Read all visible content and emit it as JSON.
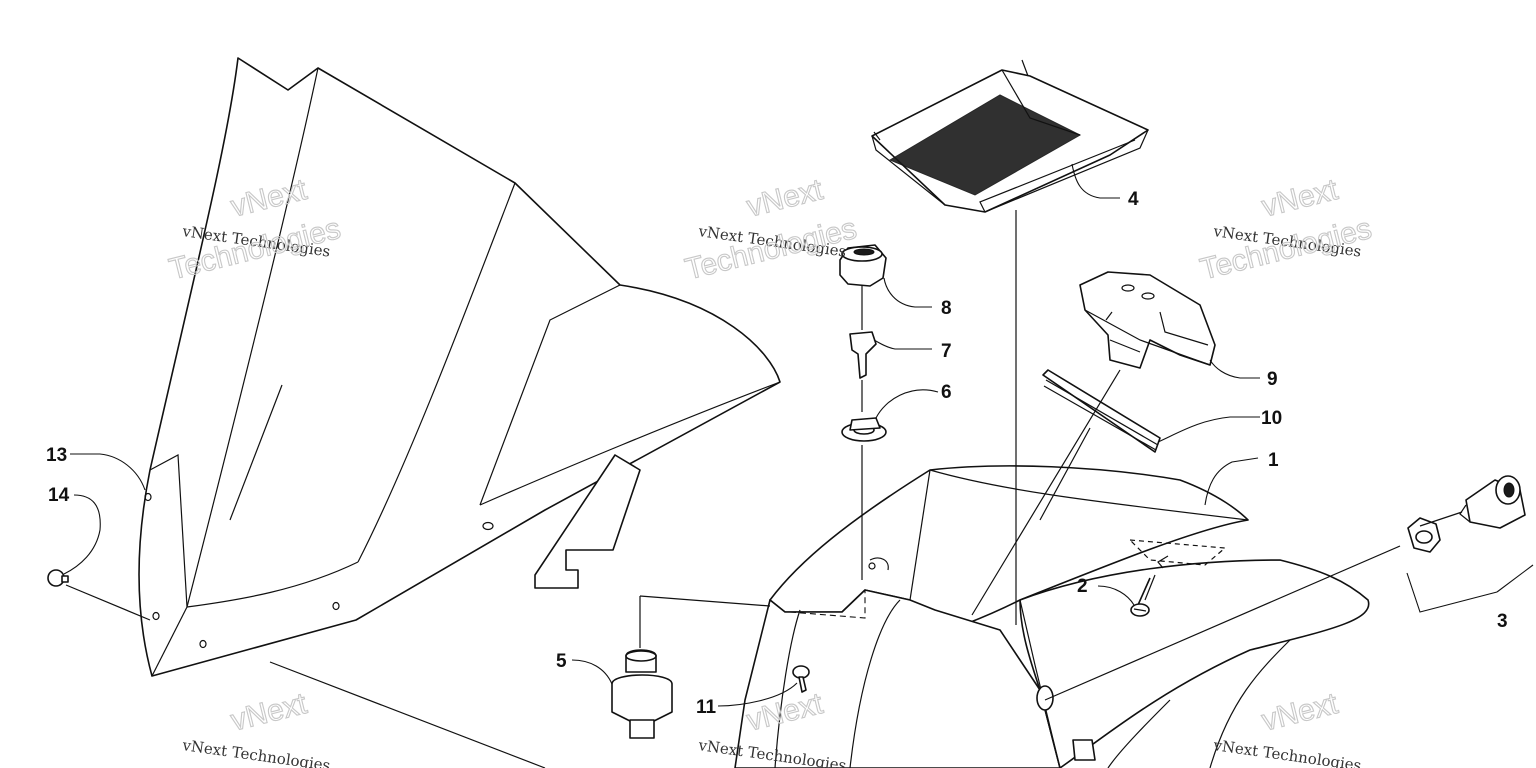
{
  "diagram": {
    "callouts": [
      "1",
      "2",
      "3",
      "4",
      "5",
      "6",
      "7",
      "8",
      "9",
      "10",
      "11",
      "13",
      "14"
    ]
  },
  "watermark": {
    "line1": "vNext Technologies",
    "brand": "vNext",
    "word": "Technologies"
  }
}
